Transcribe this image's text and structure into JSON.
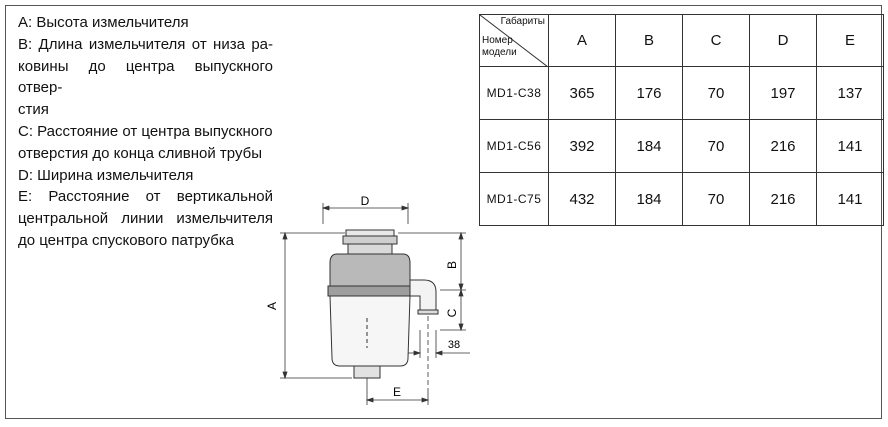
{
  "legend": [
    "A: Высота измельчителя",
    "B: Длина измельчителя от низа ра-",
    "ковины до центра выпускного отвер-",
    "стия",
    "C: Расстояние от центра выпускного",
    "отверстия до конца сливной трубы",
    "D: Ширина измельчителя",
    "E: Расстояние от вертикальной",
    "центральной линии измельчителя",
    "до центра спускового патрубка"
  ],
  "table": {
    "header_top": "Габариты",
    "header_bottom_1": "Номер",
    "header_bottom_2": "модели",
    "columns": [
      "A",
      "B",
      "C",
      "D",
      "E"
    ],
    "rows": [
      {
        "model": "MD1-C38",
        "values": [
          "365",
          "176",
          "70",
          "197",
          "137"
        ]
      },
      {
        "model": "MD1-C56",
        "values": [
          "392",
          "184",
          "70",
          "216",
          "141"
        ]
      },
      {
        "model": "MD1-C75",
        "values": [
          "432",
          "184",
          "70",
          "216",
          "141"
        ]
      }
    ]
  },
  "diagram": {
    "label_a": "A",
    "label_b": "B",
    "label_c": "C",
    "label_d": "D",
    "label_e": "E",
    "label_38": "38"
  }
}
